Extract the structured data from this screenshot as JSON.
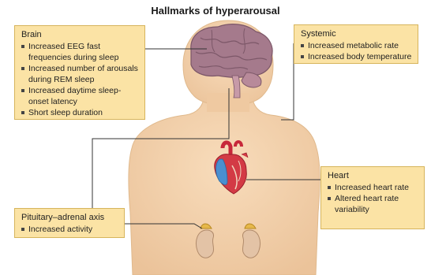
{
  "title": "Hallmarks of hyperarousal",
  "boxes": {
    "brain": {
      "header": "Brain",
      "items": [
        "Increased EEG fast frequencies during sleep",
        "Increased number of arousals during REM sleep",
        "Increased daytime sleep-onset latency",
        "Short sleep duration"
      ]
    },
    "systemic": {
      "header": "Systemic",
      "items": [
        "Increased metabolic rate",
        "Increased body temperature"
      ]
    },
    "heart": {
      "header": "Heart",
      "items": [
        "Increased heart rate",
        "Altered heart rate variability"
      ]
    },
    "pituitary": {
      "header": "Pituitary–adrenal axis",
      "items": [
        "Increased activity"
      ]
    }
  },
  "colors": {
    "body_fill": "#f0cfa6",
    "body_edge": "#e0b98c",
    "box_fill": "#fbe3a5",
    "box_border": "#d6b45c",
    "brain": "#a57a8c",
    "heart_red": "#c7283a",
    "heart_blue": "#4a8fd0",
    "adrenal": "#e6b84a",
    "kidney": "#e3c3a6",
    "leader_line": "#333333"
  }
}
